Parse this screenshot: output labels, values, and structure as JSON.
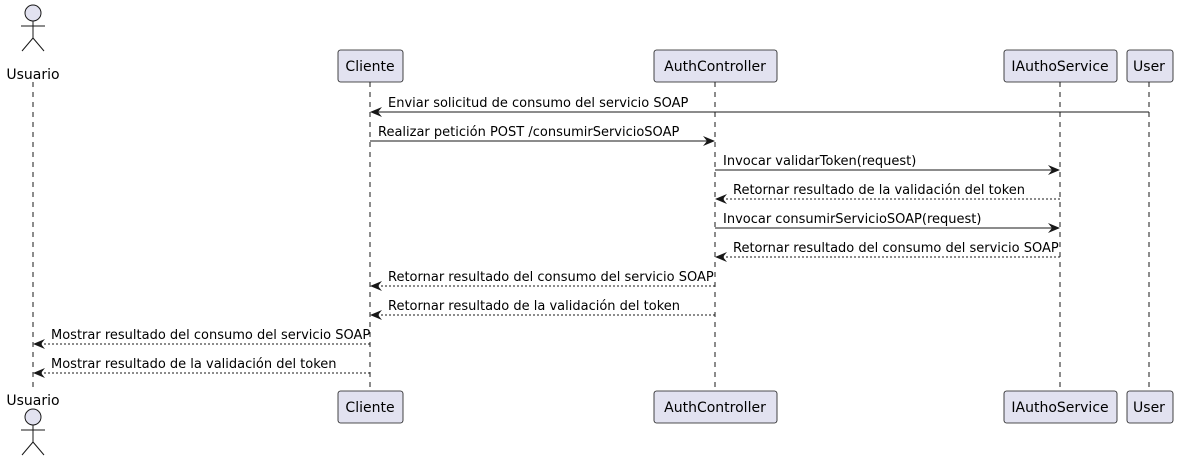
{
  "colors": {
    "participant_fill": "#e2e2f0",
    "participant_stroke": "#181818",
    "lifeline": "#181818",
    "arrow": "#181818",
    "background": "#ffffff"
  },
  "participants": [
    {
      "id": "usuario",
      "label": "Usuario",
      "kind": "actor"
    },
    {
      "id": "cliente",
      "label": "Cliente",
      "kind": "box"
    },
    {
      "id": "authcontroller",
      "label": "AuthController",
      "kind": "box"
    },
    {
      "id": "iauthoservice",
      "label": "IAuthoService",
      "kind": "box"
    },
    {
      "id": "user",
      "label": "User",
      "kind": "box"
    }
  ],
  "messages": [
    {
      "from": "user",
      "to": "cliente",
      "label": "Enviar solicitud de consumo del servicio SOAP",
      "style": "solid"
    },
    {
      "from": "cliente",
      "to": "authcontroller",
      "label": "Realizar petición POST /consumirServicioSOAP",
      "style": "solid"
    },
    {
      "from": "authcontroller",
      "to": "iauthoservice",
      "label": "Invocar validarToken(request)",
      "style": "solid"
    },
    {
      "from": "iauthoservice",
      "to": "authcontroller",
      "label": "Retornar resultado de la validación del token",
      "style": "dashed"
    },
    {
      "from": "authcontroller",
      "to": "iauthoservice",
      "label": "Invocar consumirServicioSOAP(request)",
      "style": "solid"
    },
    {
      "from": "iauthoservice",
      "to": "authcontroller",
      "label": "Retornar resultado del consumo del servicio SOAP",
      "style": "dashed"
    },
    {
      "from": "authcontroller",
      "to": "cliente",
      "label": "Retornar resultado del consumo del servicio SOAP",
      "style": "dashed"
    },
    {
      "from": "authcontroller",
      "to": "cliente",
      "label": "Retornar resultado de la validación del token",
      "style": "dashed"
    },
    {
      "from": "cliente",
      "to": "usuario",
      "label": "Mostrar resultado del consumo del servicio SOAP",
      "style": "dashed"
    },
    {
      "from": "cliente",
      "to": "usuario",
      "label": "Mostrar resultado de la validación del token",
      "style": "dashed"
    }
  ]
}
